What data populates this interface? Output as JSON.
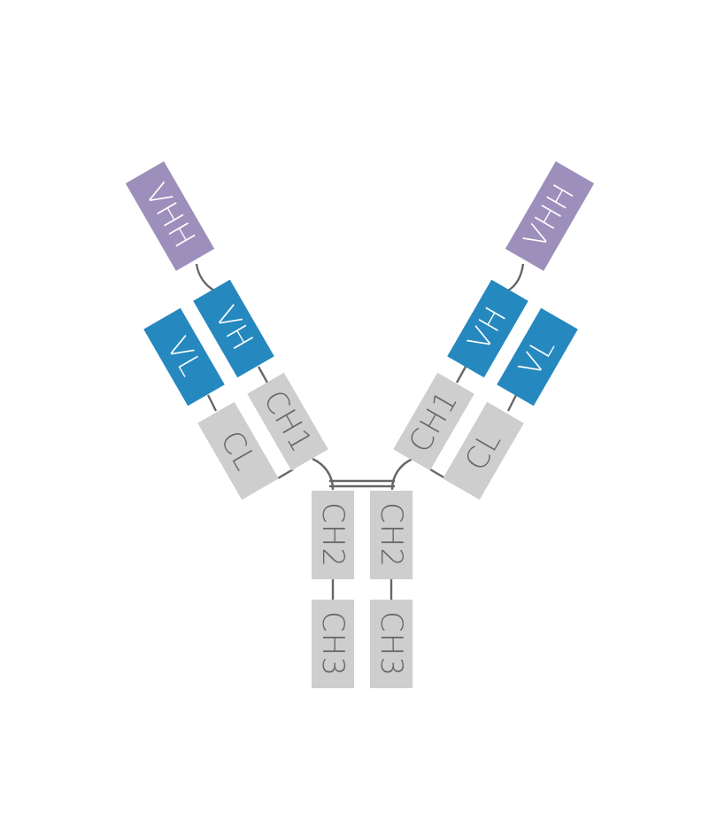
{
  "colors": {
    "vhh": "#9D8FBB",
    "variable": "#2588BE",
    "constant": "#CECECE",
    "label_on_color": "#FFFFFF",
    "label_on_constant": "#666666",
    "linker": "#666666"
  },
  "domains": {
    "left_vhh": "VHH",
    "left_vh": "VH",
    "left_vl": "VL",
    "left_ch1": "CH1",
    "left_cl": "CL",
    "right_vhh": "VHH",
    "right_vh": "VH",
    "right_vl": "VL",
    "right_ch1": "CH1",
    "right_cl": "CL",
    "left_ch2": "CH2",
    "left_ch3": "CH3",
    "right_ch2": "CH2",
    "right_ch3": "CH3"
  }
}
